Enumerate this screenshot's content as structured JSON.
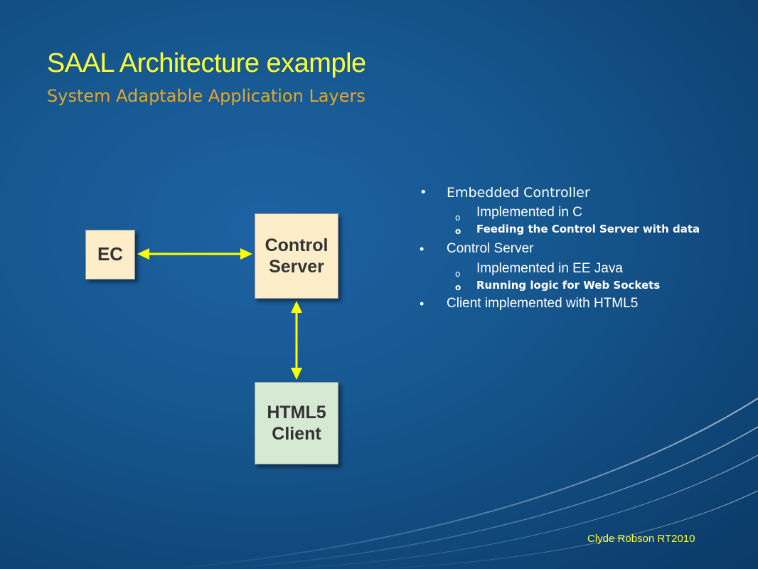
{
  "slide": {
    "title": "SAAL Architecture example",
    "subtitle": "System Adaptable Application Layers",
    "footer": "Clyde Robson RT2010"
  },
  "colors": {
    "title": "#ffff33",
    "subtitle": "#e3a72a",
    "background": "#16578f",
    "box_beige": "#fdedc9",
    "box_green": "#d6e9d2",
    "arrow": "#ffff00"
  },
  "diagram": {
    "nodes": {
      "ec": "EC",
      "control_server": "Control\nServer",
      "html5_client": "HTML5\nClient"
    },
    "edges": [
      {
        "from": "ec",
        "to": "control_server",
        "style": "bidirectional-arrow"
      },
      {
        "from": "control_server",
        "to": "html5_client",
        "style": "bidirectional-arrow"
      }
    ]
  },
  "bullets": {
    "item1": {
      "text": "Embedded Controller",
      "sub1": "Implemented in C",
      "sub2": "Feeding the Control Server with data"
    },
    "item2": {
      "text": "Control Server",
      "sub1": "Implemented in EE Java",
      "sub2": "Running logic for Web Sockets"
    },
    "item3": {
      "text": "Client implemented with HTML5"
    },
    "bullet_glyph": "•",
    "sub_glyph": "o"
  }
}
